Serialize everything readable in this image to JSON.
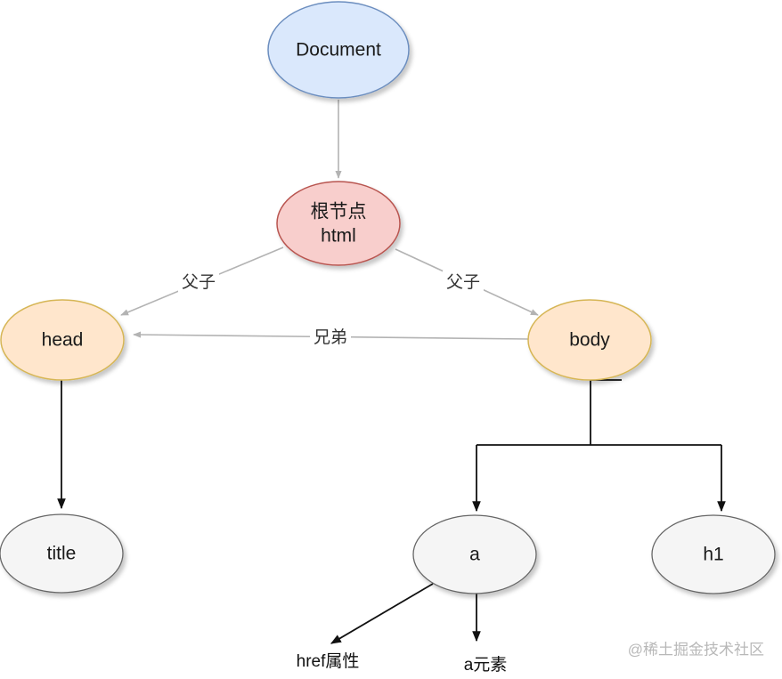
{
  "nodes": {
    "document": {
      "label": "Document"
    },
    "html": {
      "label_line1": "根节点",
      "label_line2": "html"
    },
    "head": {
      "label": "head"
    },
    "body": {
      "label": "body"
    },
    "title": {
      "label": "title"
    },
    "a": {
      "label": "a"
    },
    "h1": {
      "label": "h1"
    }
  },
  "edges": {
    "html_head": "父子",
    "html_body": "父子",
    "body_head": "兄弟"
  },
  "leaves": {
    "href": "href属性",
    "a_element": "a元素"
  },
  "watermark": "@稀土掘金技术社区",
  "colors": {
    "document_fill": "#dae8fc",
    "document_stroke": "#6c8ebf",
    "html_fill": "#f8cecc",
    "html_stroke": "#b85450",
    "orange_fill": "#ffe6cc",
    "orange_stroke": "#d6b656",
    "gray_fill": "#f5f5f5",
    "gray_stroke": "#666666",
    "light_edge": "#b3b3b3",
    "dark_edge": "#111111"
  }
}
